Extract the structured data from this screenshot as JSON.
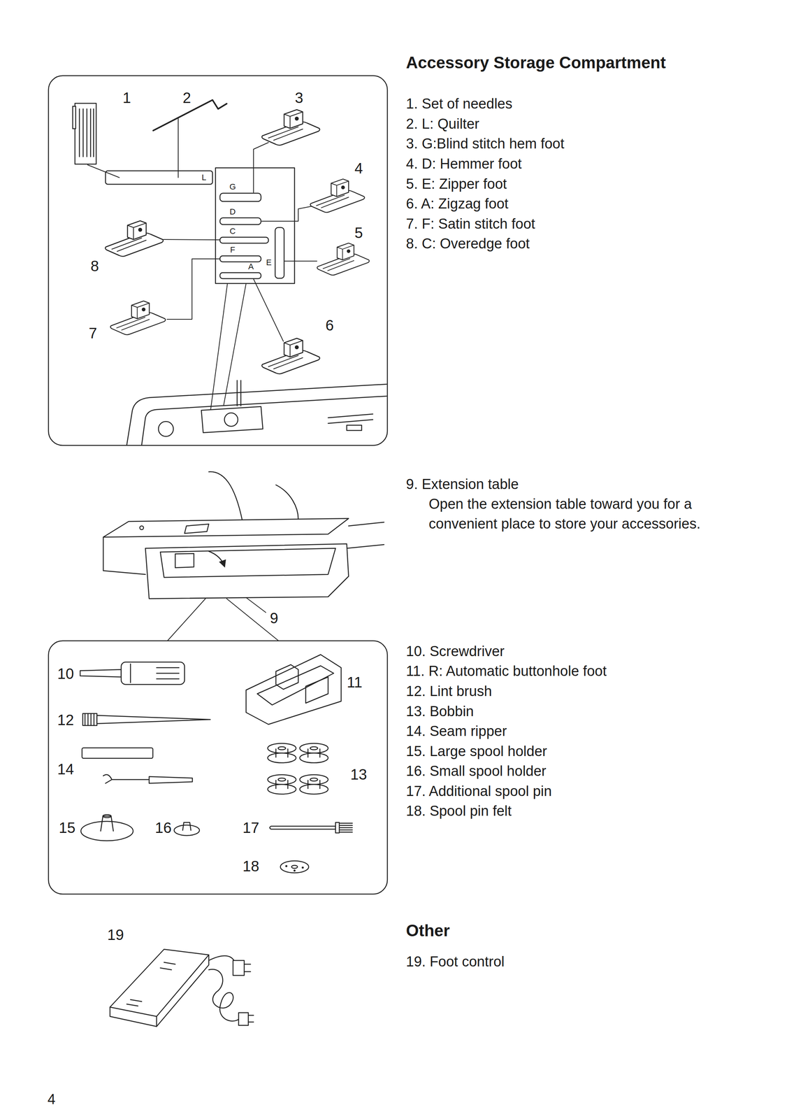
{
  "diagram": {
    "title": "Accessory Storage Compartment",
    "labels": [
      "1",
      "2",
      "3",
      "4",
      "5",
      "8",
      "7",
      "6",
      "L",
      "G",
      "D",
      "C",
      "F",
      "A",
      "E",
      "1. Set of needles",
      "2. L: Quilter",
      "3. G:Blind stitch hem foot",
      "4. D: Hemmer foot",
      "5. E: Zipper foot",
      "6. A: Zigzag foot",
      "7. F: Satin stitch foot",
      "8. C: Overedge foot",
      "9",
      "9. Extension table",
      "Open the extension table toward you for a convenient place to store your accessories.",
      "10",
      "11",
      "12",
      "13",
      "14",
      "15",
      "16",
      "17",
      "18",
      "10. Screwdriver",
      "11. R: Automatic buttonhole foot",
      "12. Lint brush",
      "13. Bobbin",
      "14. Seam ripper",
      "15. Large spool holder",
      "16. Small spool holder",
      "17. Additional spool pin",
      "18. Spool pin felt",
      "Other",
      "19",
      "19. Foot control",
      "4"
    ]
  }
}
